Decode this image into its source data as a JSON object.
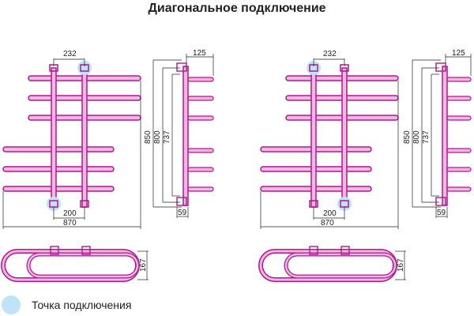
{
  "title": "Диагональное подключение",
  "legend": {
    "label": "Точка подключения"
  },
  "colors": {
    "pipe": "#b0188c",
    "pipe_inner": "#f2b7e4",
    "dim_line": "#222222",
    "connection_point": "#bfe4f7"
  },
  "icons": {
    "connection_point": "connection-point-icon"
  },
  "dimensions": {
    "top_spacing": "232",
    "bottom_spacing": "200",
    "total_width": "870",
    "side_depth": "125",
    "height_total": "850",
    "height_mid": "800",
    "height_inner": "737",
    "wall_offset": "59",
    "plan_depth": "167"
  },
  "variants": [
    {
      "name": "left",
      "connection_top": "right-riser",
      "connection_bottom": "left-riser"
    },
    {
      "name": "right",
      "connection_top": "left-riser",
      "connection_bottom": "right-riser"
    }
  ]
}
